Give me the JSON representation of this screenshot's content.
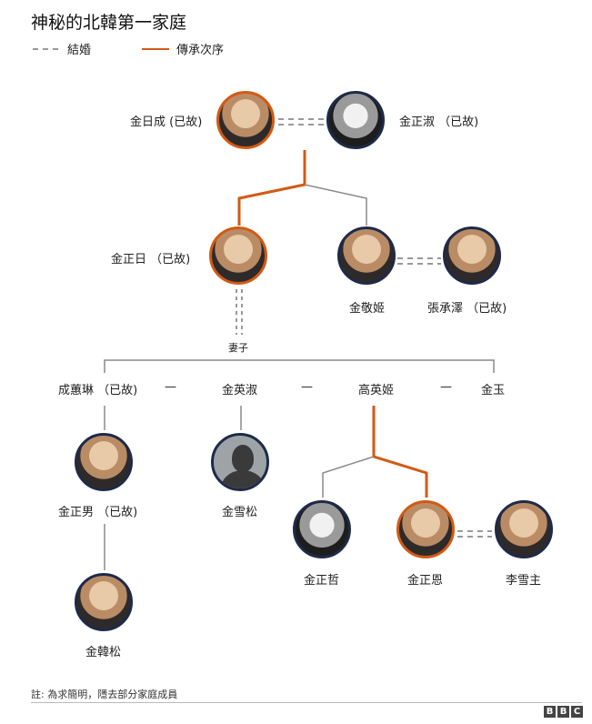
{
  "title": "神秘的北韓第一家庭",
  "legend": {
    "marriage": "結婚",
    "succession": "傳承次序"
  },
  "colors": {
    "succession": "#d25a14",
    "marriage": "#999999",
    "lineage": "#8a8a8a",
    "frame": "#1e2a48"
  },
  "people": {
    "kim_il_sung": "金日成 (已故)",
    "kim_jong_suk": "金正淑 （已故)",
    "kim_jong_il": "金正日 （已故)",
    "kim_kyong_hui": "金敬姬",
    "jang_song_thaek": "張承澤 （已故)",
    "wives_label": "妻子",
    "song_hye_rim": "成蕙琳 （已故)",
    "kim_young_suk": "金英淑",
    "ko_yong_hui": "高英姬",
    "kim_ok": "金玉",
    "kim_jong_nam": "金正男 （已故)",
    "kim_sol_song": "金雪松",
    "kim_jong_chol": "金正哲",
    "kim_jong_un": "金正恩",
    "ri_sol_ju": "李雪主",
    "kim_han_sol": "金韓松"
  },
  "wives_separator": "—",
  "note": "註: 為求簡明，隱去部分家庭成員",
  "brand": [
    "B",
    "B",
    "C"
  ]
}
